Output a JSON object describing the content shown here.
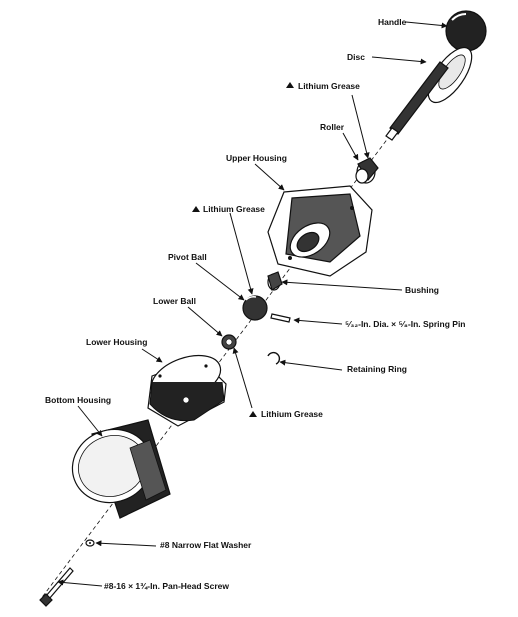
{
  "labels": {
    "handle": "Handle",
    "disc": "Disc",
    "grease_1": "Lithium Grease",
    "roller": "Roller",
    "upper_housing": "Upper Housing",
    "grease_2": "Lithium Grease",
    "pivot_ball": "Pivot Ball",
    "bushing": "Bushing",
    "lower_ball": "Lower Ball",
    "spring_pin": "⁵⁄₃₂-In. Dia. × ⁵⁄₈-In. Spring Pin",
    "lower_housing": "Lower Housing",
    "retaining_ring": "Retaining Ring",
    "bottom_housing": "Bottom Housing",
    "grease_3": "Lithium Grease",
    "washer": "#8 Narrow Flat Washer",
    "screw": "#8-16 × 1¾-In. Pan-Head Screw"
  }
}
